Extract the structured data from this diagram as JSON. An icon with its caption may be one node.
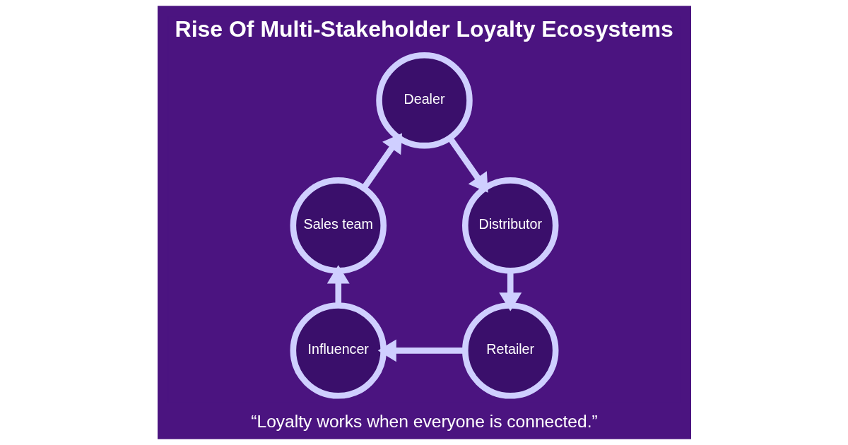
{
  "diagram": {
    "title": "Rise Of Multi-Stakeholder Loyalty Ecosystems",
    "caption": "“Loyalty works when everyone is connected.”",
    "nodes": [
      {
        "text": [
          "Dealer"
        ]
      },
      {
        "text": [
          "Distributor"
        ]
      },
      {
        "text": [
          "Retailer"
        ]
      },
      {
        "text": [
          "Influencer"
        ]
      },
      {
        "text": [
          "Sales team"
        ]
      }
    ],
    "edges": [
      {
        "from": 0,
        "to": 1,
        "arrow": "to"
      },
      {
        "from": 1,
        "to": 2,
        "arrow": "to"
      },
      {
        "from": 2,
        "to": 3,
        "arrow": "to"
      },
      {
        "from": 3,
        "to": 4,
        "arrow": "to"
      },
      {
        "from": 4,
        "to": 0,
        "arrow": "to"
      }
    ]
  }
}
